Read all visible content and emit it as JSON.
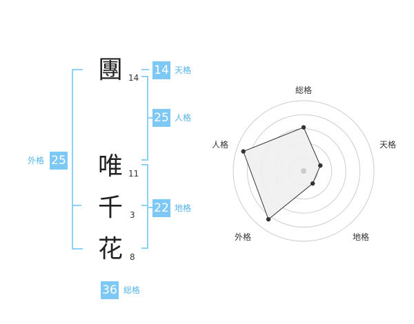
{
  "name": {
    "characters": [
      {
        "char": "團",
        "strokes": "14"
      },
      {
        "char": "唯",
        "strokes": "11"
      },
      {
        "char": "千",
        "strokes": "3"
      },
      {
        "char": "花",
        "strokes": "8"
      }
    ]
  },
  "kakusu": {
    "tenkaku": {
      "value": "14",
      "label": "天格"
    },
    "jinkaku": {
      "value": "25",
      "label": "人格"
    },
    "chikaku": {
      "value": "22",
      "label": "地格"
    },
    "gaikaku": {
      "value": "25",
      "label": "外格"
    },
    "soukaku": {
      "value": "36",
      "label": "総格"
    }
  },
  "radar": {
    "axes": [
      "総格",
      "天格",
      "地格",
      "外格",
      "人格"
    ],
    "values": [
      0.62,
      0.25,
      0.22,
      0.85,
      0.9
    ],
    "colors": {
      "grid": "#cccccc",
      "fill": "#f0f0f0",
      "line": "#333333",
      "center": "#cccccc"
    }
  }
}
